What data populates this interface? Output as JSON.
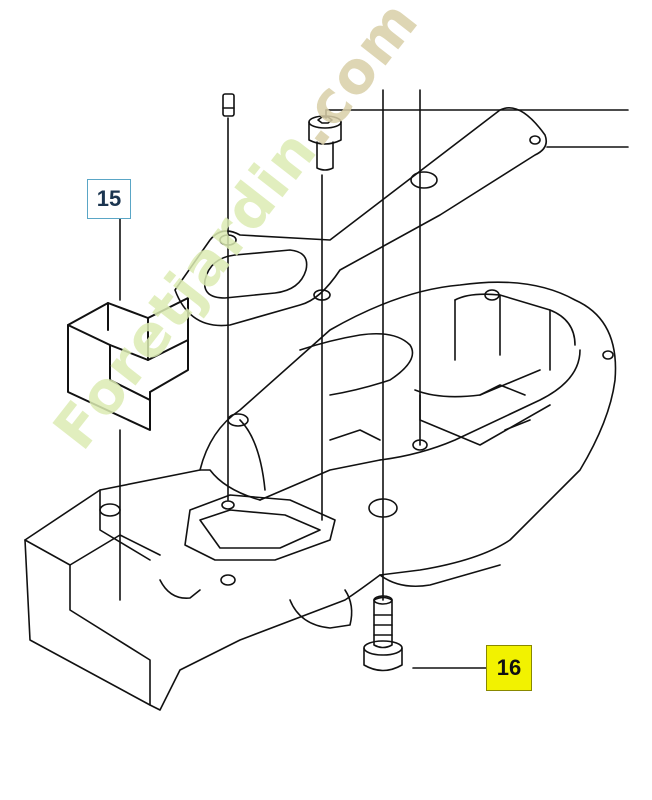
{
  "diagram": {
    "callouts": [
      {
        "id": "15",
        "label": "15",
        "highlight_color": "#ffffff",
        "border_color": "#5aa6c6"
      },
      {
        "id": "16",
        "label": "16",
        "highlight_color": "#f2f200",
        "border_color": "#888800"
      }
    ]
  },
  "watermark": {
    "text_green": "Foretjardin",
    "text_tan": ".com",
    "color_green": "#dcecb3",
    "color_tan": "#d9cfa8"
  }
}
